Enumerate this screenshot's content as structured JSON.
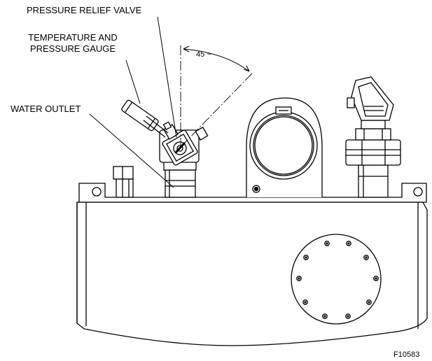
{
  "labels": {
    "pressure_relief_valve": "PRESSURE RELIEF VALVE",
    "temperature_pressure_gauge_line1": "TEMPERATURE AND",
    "temperature_pressure_gauge_line2": "PRESSURE GAUGE",
    "water_outlet": "WATER OUTLET",
    "angle": "45 ~",
    "figure_id": "F10583"
  }
}
